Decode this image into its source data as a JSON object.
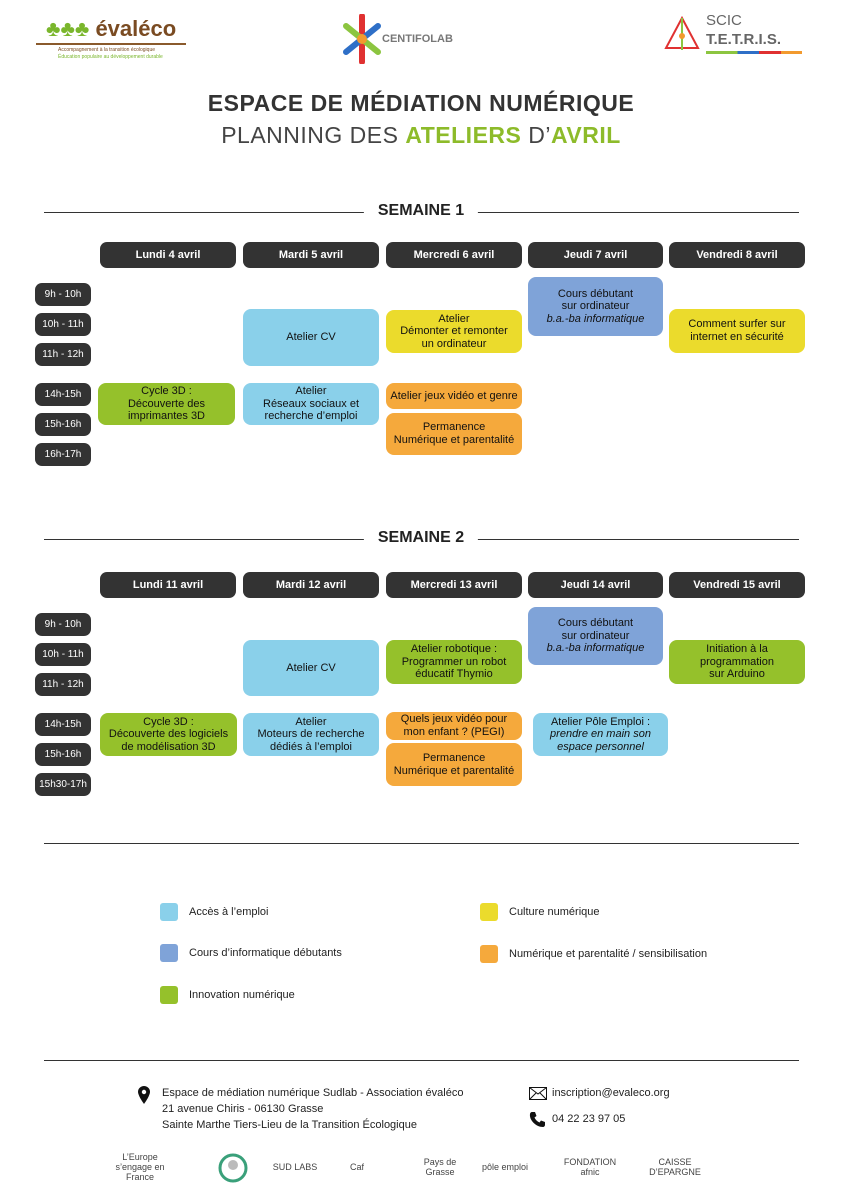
{
  "logos": {
    "evaleco": "évaléco",
    "evaleco_tag1": "Accompagnement à la transition écologique",
    "evaleco_tag2": "Éducation populaire au développement durable",
    "centifolab": "CENTIFOLAB",
    "tetris1": "SCIC",
    "tetris2": "T.E.T.R.I.S."
  },
  "title": {
    "line1": "ESPACE DE MÉDIATION NUMÉRIQUE",
    "line2_a": "PLANNING DES ",
    "line2_b": "ATELIERS",
    "line2_c": " D’",
    "line2_d": "AVRIL"
  },
  "colors": {
    "emploi": "#8ad0ea",
    "cours": "#7fa3d8",
    "innovation": "#95c12b",
    "culture": "#ebdb2c",
    "parentalite": "#f5a93c",
    "dark": "#333333"
  },
  "weeks": [
    {
      "title": "SEMAINE 1",
      "days": [
        "Lundi 4 avril",
        "Mardi 5 avril",
        "Mercredi 6 avril",
        "Jeudi 7 avril",
        "Vendredi 8 avril"
      ],
      "times": [
        "9h - 10h",
        "10h - 11h",
        "11h - 12h",
        "14h-15h",
        "15h-16h",
        "16h-17h"
      ],
      "events": [
        {
          "day": "Lundi 4 avril",
          "category": "innovation",
          "lines": [
            "Cycle 3D :",
            "Découverte des",
            "imprimantes 3D"
          ]
        },
        {
          "day": "Mardi 5 avril",
          "category": "emploi",
          "lines": [
            "Atelier CV"
          ]
        },
        {
          "day": "Mardi 5 avril",
          "category": "emploi",
          "lines": [
            "Atelier",
            "Réseaux sociaux et",
            "recherche d’emploi"
          ]
        },
        {
          "day": "Mercredi 6 avril",
          "category": "culture",
          "lines": [
            "Atelier",
            "Démonter et remonter",
            "un ordinateur"
          ]
        },
        {
          "day": "Mercredi 6 avril",
          "category": "parentalite",
          "lines": [
            "Atelier jeux vidéo et genre"
          ]
        },
        {
          "day": "Mercredi 6 avril",
          "category": "parentalite",
          "lines": [
            "Permanence",
            "Numérique et parentalité"
          ]
        },
        {
          "day": "Jeudi 7 avril",
          "category": "cours",
          "lines": [
            "Cours débutant",
            "sur ordinateur"
          ],
          "italic": "b.a.-ba informatique"
        },
        {
          "day": "Vendredi 8 avril",
          "category": "culture",
          "lines": [
            "Comment surfer sur",
            "internet en sécurité"
          ]
        }
      ]
    },
    {
      "title": "SEMAINE 2",
      "days": [
        "Lundi 11 avril",
        "Mardi 12 avril",
        "Mercredi 13 avril",
        "Jeudi 14 avril",
        "Vendredi 15 avril"
      ],
      "times": [
        "9h - 10h",
        "10h - 11h",
        "11h - 12h",
        "14h-15h",
        "15h-16h",
        "15h30-17h"
      ],
      "events": [
        {
          "day": "Lundi 11 avril",
          "category": "innovation",
          "lines": [
            "Cycle 3D :",
            "Découverte des logiciels",
            "de modélisation 3D"
          ]
        },
        {
          "day": "Mardi 12 avril",
          "category": "emploi",
          "lines": [
            "Atelier CV"
          ]
        },
        {
          "day": "Mardi 12 avril",
          "category": "emploi",
          "lines": [
            "Atelier",
            "Moteurs de recherche",
            "dédiés à l’emploi"
          ]
        },
        {
          "day": "Mercredi 13 avril",
          "category": "innovation",
          "lines": [
            "Atelier robotique :",
            "Programmer un robot",
            "éducatif Thymio"
          ]
        },
        {
          "day": "Mercredi 13 avril",
          "category": "parentalite",
          "lines": [
            "Quels jeux vidéo pour",
            "mon enfant ? (PEGI)"
          ]
        },
        {
          "day": "Mercredi 13 avril",
          "category": "parentalite",
          "lines": [
            "Permanence",
            "Numérique et parentalité"
          ]
        },
        {
          "day": "Jeudi 14 avril",
          "category": "cours",
          "lines": [
            "Cours débutant",
            "sur ordinateur"
          ],
          "italic": "b.a.-ba informatique"
        },
        {
          "day": "Jeudi 14 avril",
          "category": "emploi",
          "lines": [
            "Atelier Pôle Emploi :"
          ],
          "italic": "prendre en main son\nespace personnel"
        },
        {
          "day": "Vendredi 15 avril",
          "category": "innovation",
          "lines": [
            "Initiation à la",
            "programmation",
            "sur Arduino"
          ]
        }
      ]
    }
  ],
  "legend": [
    {
      "category": "emploi",
      "label": "Accès à l’emploi"
    },
    {
      "category": "cours",
      "label": "Cours d’informatique débutants"
    },
    {
      "category": "innovation",
      "label": "Innovation numérique"
    },
    {
      "category": "culture",
      "label": "Culture numérique"
    },
    {
      "category": "parentalite",
      "label": "Numérique et parentalité / sensibilisation"
    }
  ],
  "footer": {
    "address": [
      "Espace de médiation numérique Sudlab - Association évaléco",
      "21 avenue Chiris - 06130 Grasse",
      "Sainte Marthe Tiers-Lieu de la Transition Écologique"
    ],
    "email": "inscription@evaleco.org",
    "phone": "04 22 23 97 05"
  },
  "partners": [
    "L’Europe s’engage en France",
    "",
    "SUD LABS",
    "Caf",
    "Pays de Grasse",
    "pôle emploi",
    "FONDATION afnic",
    "CAISSE D’EPARGNE"
  ]
}
